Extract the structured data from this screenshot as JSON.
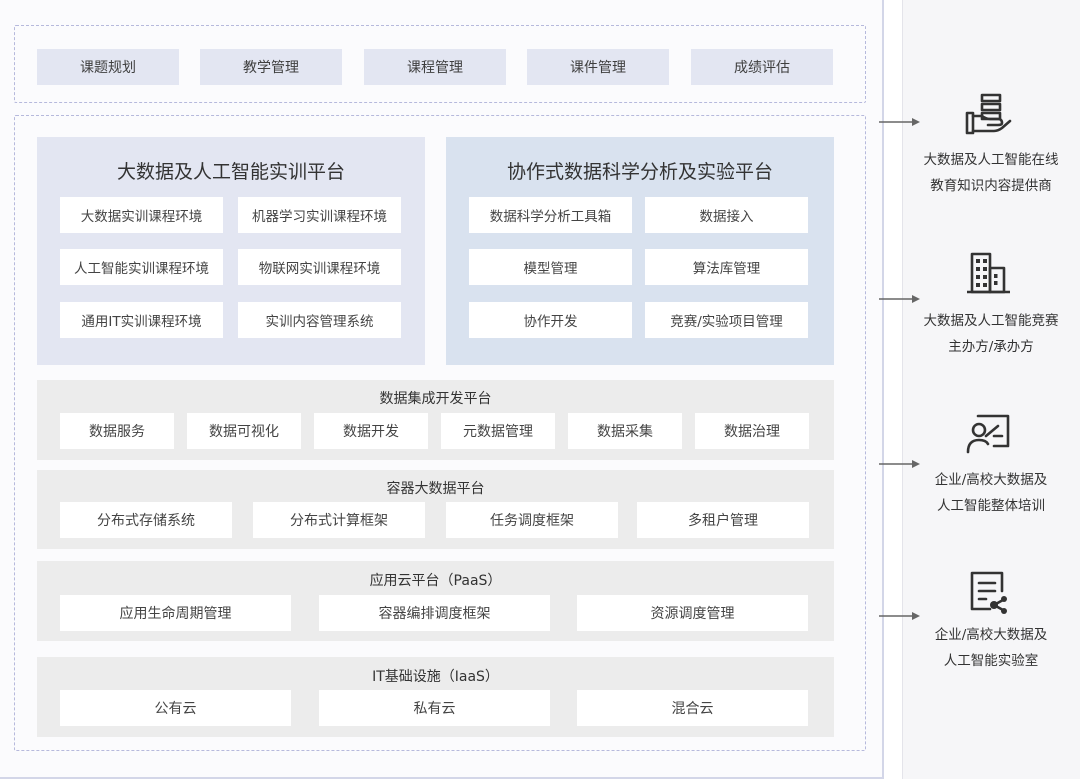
{
  "top_bar": {
    "items": [
      "课题规划",
      "教学管理",
      "课程管理",
      "课件管理",
      "成绩评估"
    ]
  },
  "platform_left": {
    "title": "大数据及人工智能实训平台",
    "items": [
      "大数据实训课程环境",
      "机器学习实训课程环境",
      "人工智能实训课程环境",
      "物联网实训课程环境",
      "通用IT实训课程环境",
      "实训内容管理系统"
    ]
  },
  "platform_right": {
    "title": "协作式数据科学分析及实验平台",
    "items": [
      "数据科学分析工具箱",
      "数据接入",
      "模型管理",
      "算法库管理",
      "协作开发",
      "竞赛/实验项目管理"
    ]
  },
  "layers": [
    {
      "title": "数据集成开发平台",
      "items": [
        "数据服务",
        "数据可视化",
        "数据开发",
        "元数据管理",
        "数据采集",
        "数据治理"
      ]
    },
    {
      "title": "容器大数据平台",
      "items": [
        "分布式存储系统",
        "分布式计算框架",
        "任务调度框架",
        "多租户管理"
      ]
    },
    {
      "title": "应用云平台（PaaS）",
      "items": [
        "应用生命周期管理",
        "容器编排调度框架",
        "资源调度管理"
      ]
    },
    {
      "title": "IT基础设施（IaaS）",
      "items": [
        "公有云",
        "私有云",
        "混合云"
      ]
    }
  ],
  "right_panel": [
    {
      "icon": "hand-stack-icon",
      "line1": "大数据及人工智能在线",
      "line2": "教育知识内容提供商"
    },
    {
      "icon": "building-icon",
      "line1": "大数据及人工智能竞赛",
      "line2": "主办方/承办方"
    },
    {
      "icon": "trainer-board-icon",
      "line1": "企业/高校大数据及",
      "line2": "人工智能整体培训"
    },
    {
      "icon": "document-lab-icon",
      "line1": "企业/高校大数据及",
      "line2": "人工智能实验室"
    }
  ],
  "colors": {
    "top_button_bg": "#e3e6f2",
    "platform_left_bg": "#e3e6f2",
    "platform_right_bg": "#d9e2ef",
    "layer_bg": "#ececec",
    "dashed_border": "#b6b9dc",
    "arrow": "#666666"
  }
}
